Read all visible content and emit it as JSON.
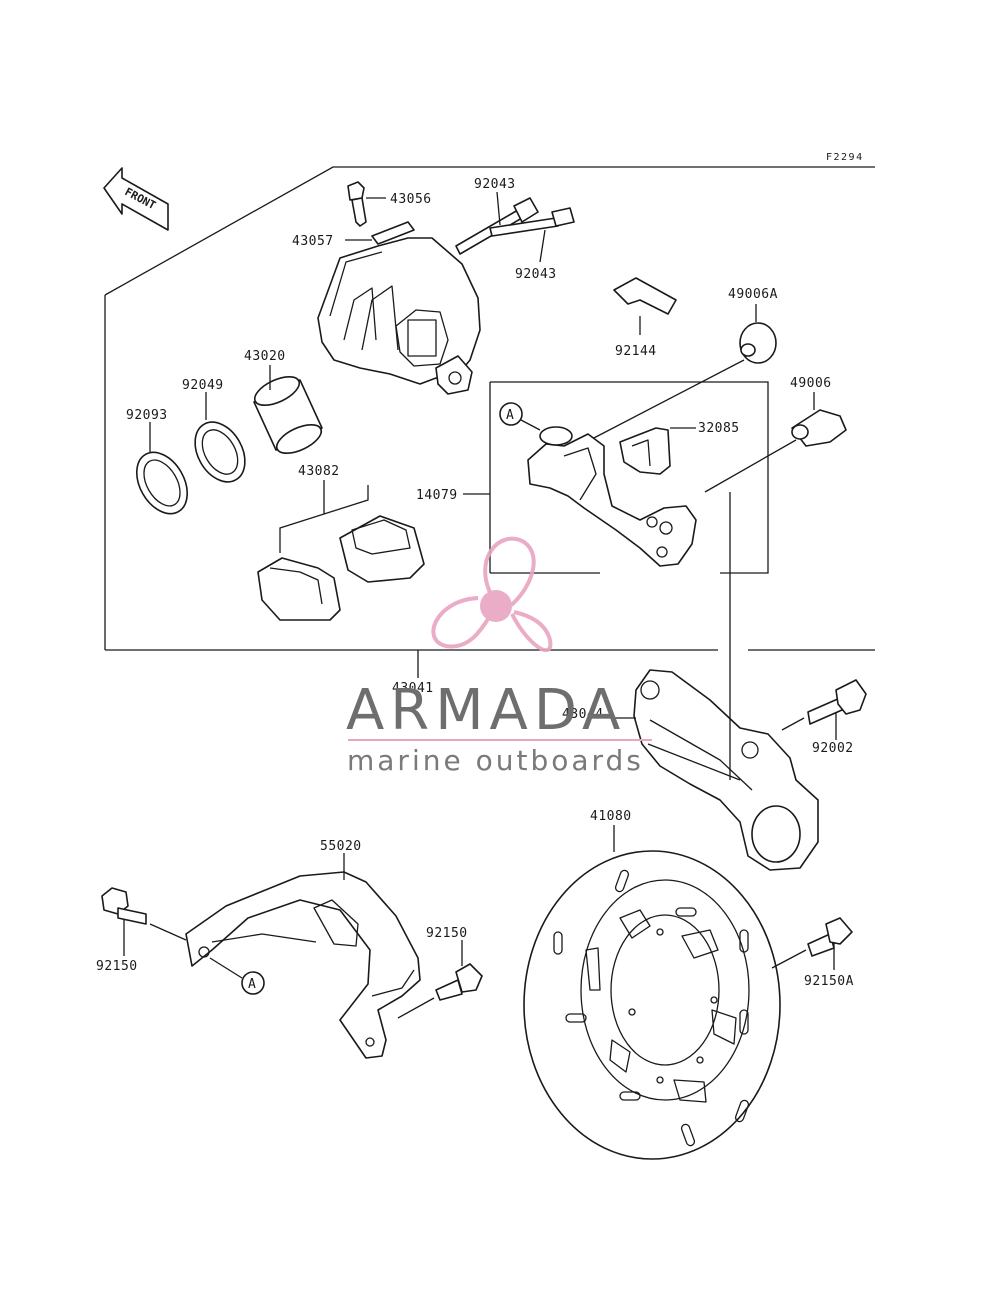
{
  "figure_code": "F2294",
  "front_label": "FRONT",
  "reference_marker": "A",
  "watermark": {
    "title": "ARMADA",
    "subtitle": "marine outboards",
    "accent_color": "#e8a4c0",
    "text_color": "#6e6e6e"
  },
  "parts": {
    "p43056": "43056",
    "p43057": "43057",
    "p92043_top": "92043",
    "p92043_bottom": "92043",
    "p92144": "92144",
    "p49006A": "49006A",
    "p49006": "49006",
    "p43020": "43020",
    "p92049": "92049",
    "p92093": "92093",
    "p32085": "32085",
    "p14079": "14079",
    "p43082": "43082",
    "p43041": "43041",
    "p43044": "43044",
    "p92002": "92002",
    "p41080": "41080",
    "p55020": "55020",
    "p92150_left": "92150",
    "p92150_mid": "92150",
    "p92150A": "92150A"
  }
}
